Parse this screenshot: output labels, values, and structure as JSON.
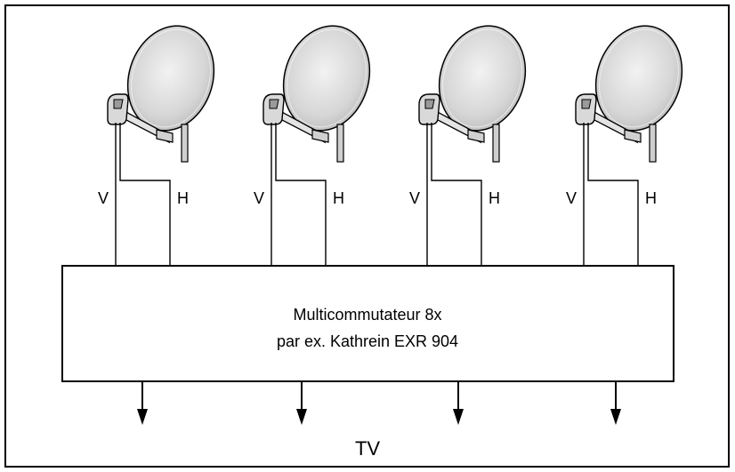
{
  "multiswitch": {
    "line1": "Multicommutateur 8x",
    "line2": "par ex. Kathrein EXR 904"
  },
  "dishes": [
    {
      "v_label": "V",
      "h_label": "H"
    },
    {
      "v_label": "V",
      "h_label": "H"
    },
    {
      "v_label": "V",
      "h_label": "H"
    },
    {
      "v_label": "V",
      "h_label": "H"
    }
  ],
  "outputs": {
    "count": 4,
    "label": "TV"
  },
  "colors": {
    "stroke": "#000000",
    "dish_fill": "#dcdcdc",
    "dish_edge": "#ececec",
    "background": "#ffffff"
  }
}
